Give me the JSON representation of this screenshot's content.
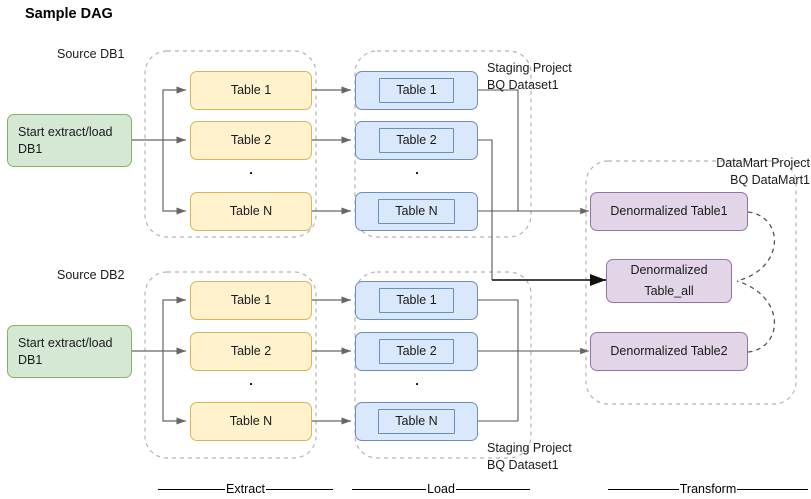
{
  "title": "Sample DAG",
  "source_labels": {
    "db1": "Source DB1",
    "db2": "Source DB2"
  },
  "start_nodes": [
    {
      "id": "start-db1",
      "label": "Start extract/load DB1",
      "color": "#D5E8D4",
      "border": "#82B366"
    },
    {
      "id": "start-db2",
      "label": "Start extract/load DB1",
      "color": "#D5E8D4",
      "border": "#82B366"
    }
  ],
  "extract": {
    "group1": [
      "Table 1",
      "Table 2",
      "Table N"
    ],
    "group2": [
      "Table 1",
      "Table 2",
      "Table N"
    ],
    "color": "#FFF2CC",
    "border": "#D6B656"
  },
  "load": {
    "group1": [
      "Table 1",
      "Table 2",
      "Table N"
    ],
    "group2": [
      "Table 1",
      "Table 2",
      "Table N"
    ],
    "color": "#DAE8FC",
    "border": "#6C8EBF",
    "staging_label_top": "Staging Project\nBQ Dataset1",
    "staging_label_bottom": "Staging Project\nBQ Dataset1"
  },
  "transform": {
    "datamart_label": "DataMart Project\nBQ DataMart1",
    "nodes": [
      {
        "id": "denorm-table1",
        "label": "Denormalized Table1"
      },
      {
        "id": "denorm-table-all",
        "line1": "Denormalized",
        "line2": "Table_all"
      },
      {
        "id": "denorm-table2",
        "label": "Denormalized Table2"
      }
    ],
    "color": "#E1D5E7",
    "border": "#9673A6"
  },
  "phases": [
    {
      "id": "phase-extract",
      "label": "Extract"
    },
    {
      "id": "phase-load",
      "label": "Load"
    },
    {
      "id": "phase-transform",
      "label": "Transform"
    }
  ],
  "ellipsis": "."
}
